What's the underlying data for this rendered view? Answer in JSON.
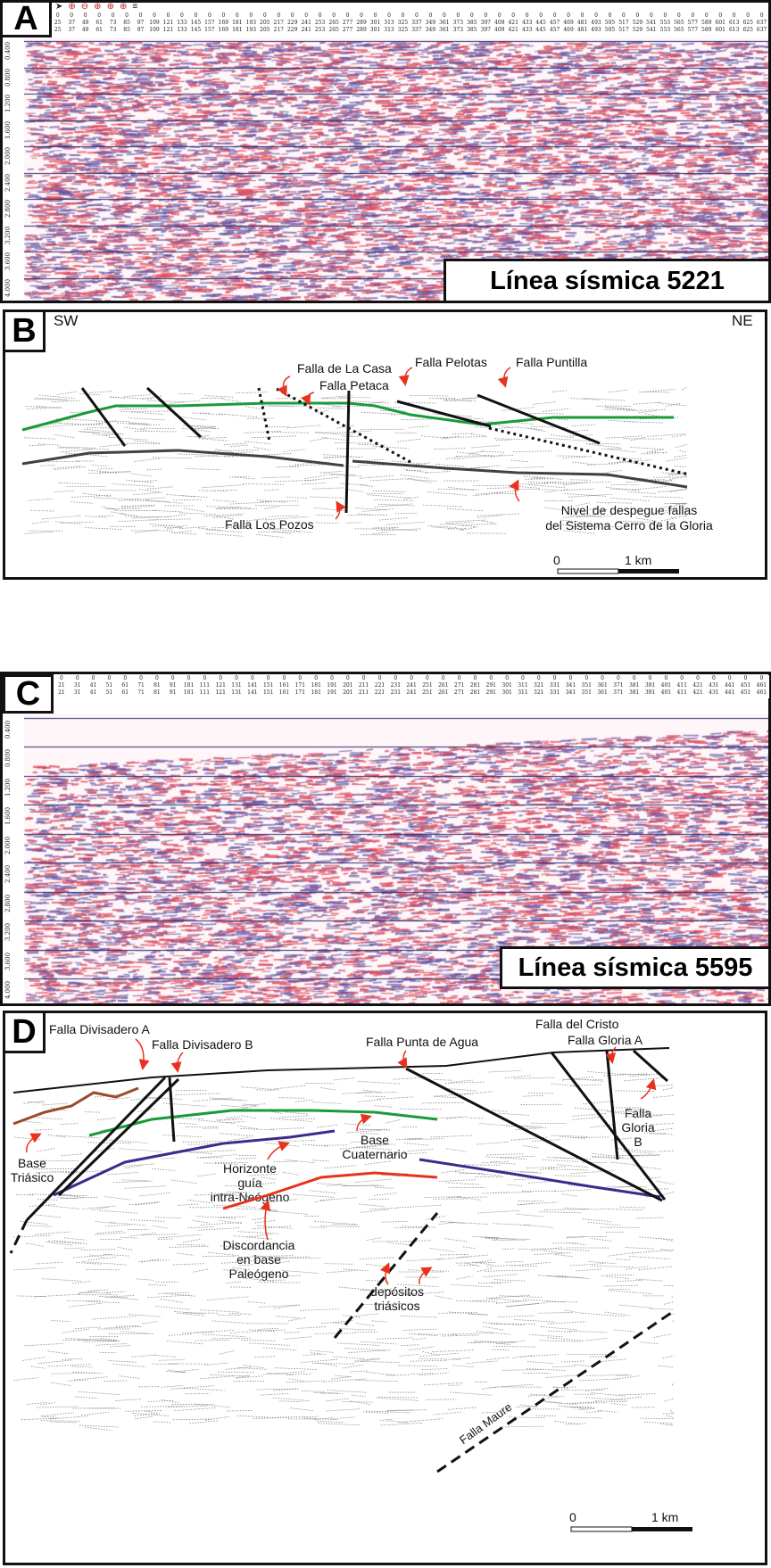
{
  "panel_a": {
    "label": "A",
    "toolbar_icons": [
      "pointer-icon",
      "zoom-in-icon",
      "zoom-out-icon",
      "zoom-box-icon",
      "zoom-prev-icon",
      "zoom-full-icon",
      "menu-icon"
    ],
    "ruler": [
      25,
      37,
      49,
      61,
      73,
      85,
      97,
      109,
      121,
      133,
      145,
      157,
      169,
      181,
      193,
      205,
      217,
      229,
      241,
      253,
      265,
      277,
      289,
      301,
      313,
      325,
      337,
      349,
      361,
      373,
      385,
      397,
      409,
      421,
      433,
      445,
      457,
      469,
      481,
      493,
      505,
      517,
      529,
      541,
      553,
      565,
      577,
      589,
      601,
      613,
      625,
      637
    ],
    "time_ticks": [
      "0.400",
      "0.800",
      "1.200",
      "1.600",
      "2.000",
      "2.400",
      "2.800",
      "3.200",
      "3.600",
      "4.000"
    ],
    "title": "Línea sísmica 5221"
  },
  "panel_b": {
    "label": "B",
    "sw": "SW",
    "ne": "NE",
    "annotations": {
      "la_casa": "Falla de La Casa",
      "petaca": "Falla Petaca",
      "pelotas": "Falla Pelotas",
      "puntilla": "Falla Puntilla",
      "los_pozos": "Falla Los Pozos",
      "despegue_1": "Nivel de despegue fallas",
      "despegue_2": "del Sistema Cerro de la Gloria"
    },
    "scale": {
      "zero": "0",
      "end": "1 km"
    },
    "colors": {
      "base_line": "#1a9a3a",
      "detachment": "#3b4347",
      "arrow": "#e8321e"
    }
  },
  "panel_c": {
    "label": "C",
    "ruler": [
      21,
      31,
      41,
      51,
      61,
      71,
      81,
      91,
      101,
      111,
      121,
      131,
      141,
      151,
      161,
      171,
      181,
      191,
      201,
      211,
      221,
      231,
      241,
      251,
      261,
      271,
      281,
      291,
      301,
      311,
      321,
      331,
      341,
      351,
      361,
      371,
      381,
      391,
      401,
      411,
      421,
      431,
      441,
      451,
      461
    ],
    "time_ticks": [
      "0.400",
      "0.800",
      "1.200",
      "1.600",
      "2.000",
      "2.400",
      "2.800",
      "3.200",
      "3.600",
      "4.000"
    ],
    "title": "Línea sísmica 5595"
  },
  "panel_d": {
    "label": "D",
    "annotations": {
      "divisadero_a": "Falla Divisadero A",
      "divisadero_b": "Falla Divisadero B",
      "punta_agua": "Falla Punta de Agua",
      "cristo": "Falla del Cristo",
      "gloria_a": "Falla Gloria A",
      "gloria_b": [
        "Falla",
        "Gloria",
        "B"
      ],
      "base_triasico": [
        "Base",
        "Triásico"
      ],
      "base_cuaternario": [
        "Base",
        "Cuaternario"
      ],
      "horizonte": [
        "Horizonte",
        "guía",
        "intra-Neógeno"
      ],
      "discordancia": [
        "Discordancia",
        "en base",
        "Paleógeno"
      ],
      "depositos": [
        "depósitos",
        "triásicos"
      ],
      "maure": "Falla Maure"
    },
    "scale": {
      "zero": "0",
      "end": "1 km"
    },
    "colors": {
      "green": "#1a9a3a",
      "purple": "#3d2a8c",
      "red": "#e8321e",
      "brown": "#9a4a2a"
    }
  }
}
